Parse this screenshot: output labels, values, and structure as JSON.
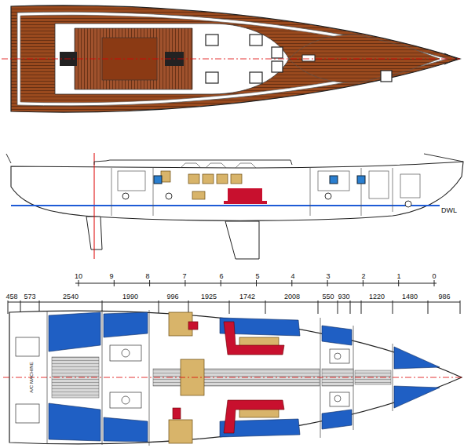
{
  "diagram": {
    "labels": [
      "DWL",
      "10",
      "9",
      "8",
      "7",
      "6",
      "5",
      "4",
      "3",
      "2",
      "1",
      "0",
      "458",
      "573",
      "2540",
      "1990",
      "996",
      "1925",
      "1742",
      "2008",
      "550",
      "930",
      "1220",
      "1480",
      "986",
      "A/C MACHINE"
    ]
  }
}
